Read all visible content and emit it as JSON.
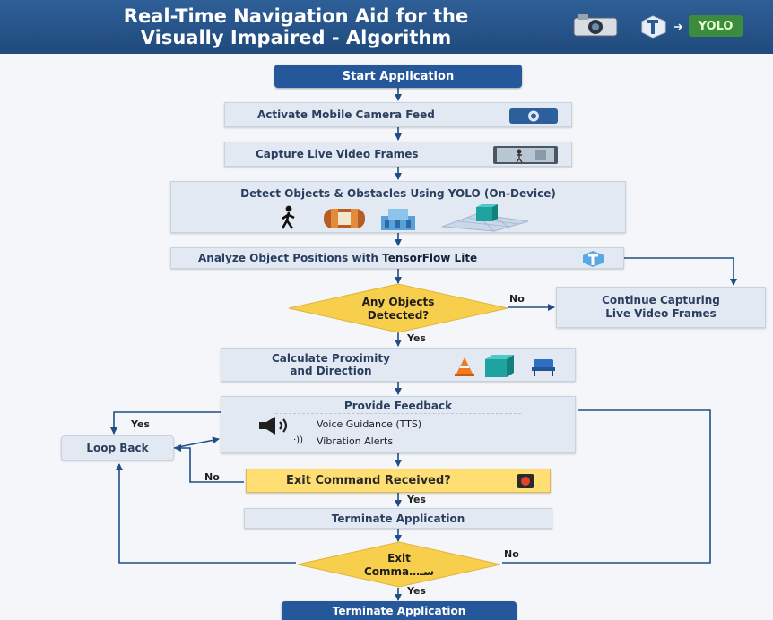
{
  "header": {
    "title_line1": "Real-Time Navigation Aid for the",
    "title_line2": "Visually Impaired - Algorithm",
    "yolo_badge": "YOLO",
    "icons": [
      "camera-icon",
      "tensorflow-icon",
      "arrow-icon"
    ],
    "colors": {
      "bar": "#1f4a7d",
      "badge": "#3d8b3d"
    }
  },
  "steps": {
    "start": "Start Application",
    "activate_camera": "Activate Mobile Camera Feed",
    "capture_frames": "Capture Live Video Frames",
    "detect": "Detect Objects & Obstacles Using YOLO (On-Device)",
    "analyze_prefix": "Analyze Object Positions with ",
    "analyze_strong": "TensorFlow Lite",
    "decision_objects_line1": "Any Objects",
    "decision_objects_line2": "Detected?",
    "continue_line1": "Continue Capturing",
    "continue_line2": "Live Video Frames",
    "proximity_line1": "Calculate Proximity",
    "proximity_line2": "and Direction",
    "feedback_title": "Provide Feedback",
    "voice": "Voice Guidance (TTS)",
    "vibration": "Vibration Alerts",
    "vibration_glyph": "·))",
    "loop_back": "Loop Back",
    "exit_received": "Exit Command Received?",
    "terminate_mid": "Terminate Application",
    "exit_decision_line1": "Exit",
    "exit_decision_line2": "Comma…سـ",
    "terminate_end": "Terminate Application"
  },
  "labels": {
    "no_objects": "No",
    "yes_objects": "Yes",
    "yes_loop": "Yes",
    "no_exit": "No",
    "yes_exit": "Yes",
    "no_exit2": "No",
    "yes_final": "Yes"
  },
  "icons": {
    "activate": "camera-icon",
    "capture": "video-frame-icon",
    "detect": [
      "pedestrian-icon",
      "barrel-icon",
      "building-icon",
      "grid-cube-icon"
    ],
    "analyze": "tensorflow-icon",
    "proximity": [
      "traffic-cone-icon",
      "cube-icon",
      "chair-icon"
    ],
    "voice": "speaker-icon",
    "exit": "stop-icon"
  },
  "colors": {
    "dark": "#25589a",
    "light": "#e2e9f3",
    "decision": "#f7cf4d",
    "exit_box": "#ffdf73",
    "line": "#1f4f86"
  }
}
